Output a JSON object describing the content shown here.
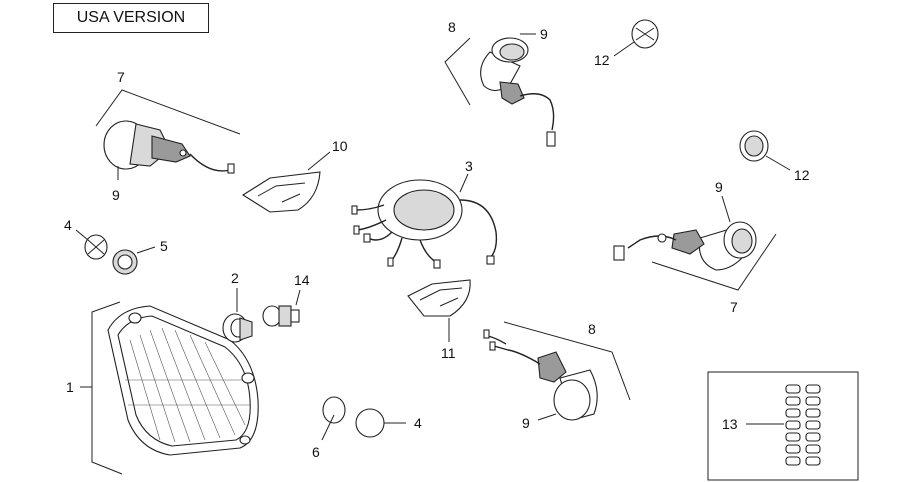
{
  "header": {
    "version_label": "USA VERSION"
  },
  "callouts": {
    "c1": "1",
    "c2": "2",
    "c3": "3",
    "c4a": "4",
    "c4b": "4",
    "c5": "5",
    "c6": "6",
    "c7a": "7",
    "c7b": "7",
    "c8a": "8",
    "c8b": "8",
    "c9a": "9",
    "c9b": "9",
    "c9c": "9",
    "c9d": "9",
    "c10": "10",
    "c11": "11",
    "c12a": "12",
    "c12b": "12",
    "c13": "13",
    "c14": "14"
  },
  "colors": {
    "line": "#222222",
    "background": "#ffffff"
  }
}
